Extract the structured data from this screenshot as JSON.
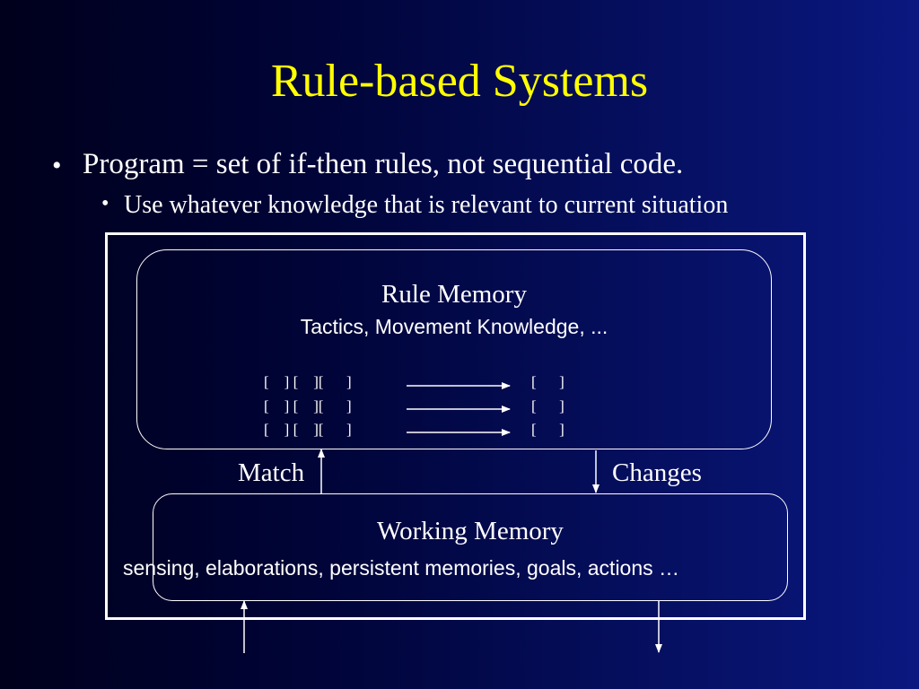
{
  "slide": {
    "title": "Rule-based Systems",
    "bullets": [
      {
        "dot": "•",
        "text": "Program = set of if-then rules, not sequential code."
      },
      {
        "dot": "•",
        "text": "Use whatever knowledge that is relevant to current situation"
      }
    ]
  },
  "diagram": {
    "rule_memory": {
      "title": "Rule Memory",
      "subtitle": "Tactics, Movement Knowledge, ..."
    },
    "rules": [
      {
        "conditions": "[    ] [    ][      ]",
        "actions": "[      ]"
      },
      {
        "conditions": "[    ] [    ][      ]",
        "actions": "[      ]"
      },
      {
        "conditions": "[    ] [    ][      ]",
        "actions": "[      ]"
      }
    ],
    "match_label": "Match",
    "changes_label": "Changes",
    "working_memory": {
      "title": "Working Memory",
      "subtitle": "sensing, elaborations, persistent memories, goals, actions …"
    }
  },
  "colors": {
    "title": "#ffff00",
    "text": "#ffffff",
    "background_left": "#00001c",
    "background_right": "#0a1880"
  }
}
